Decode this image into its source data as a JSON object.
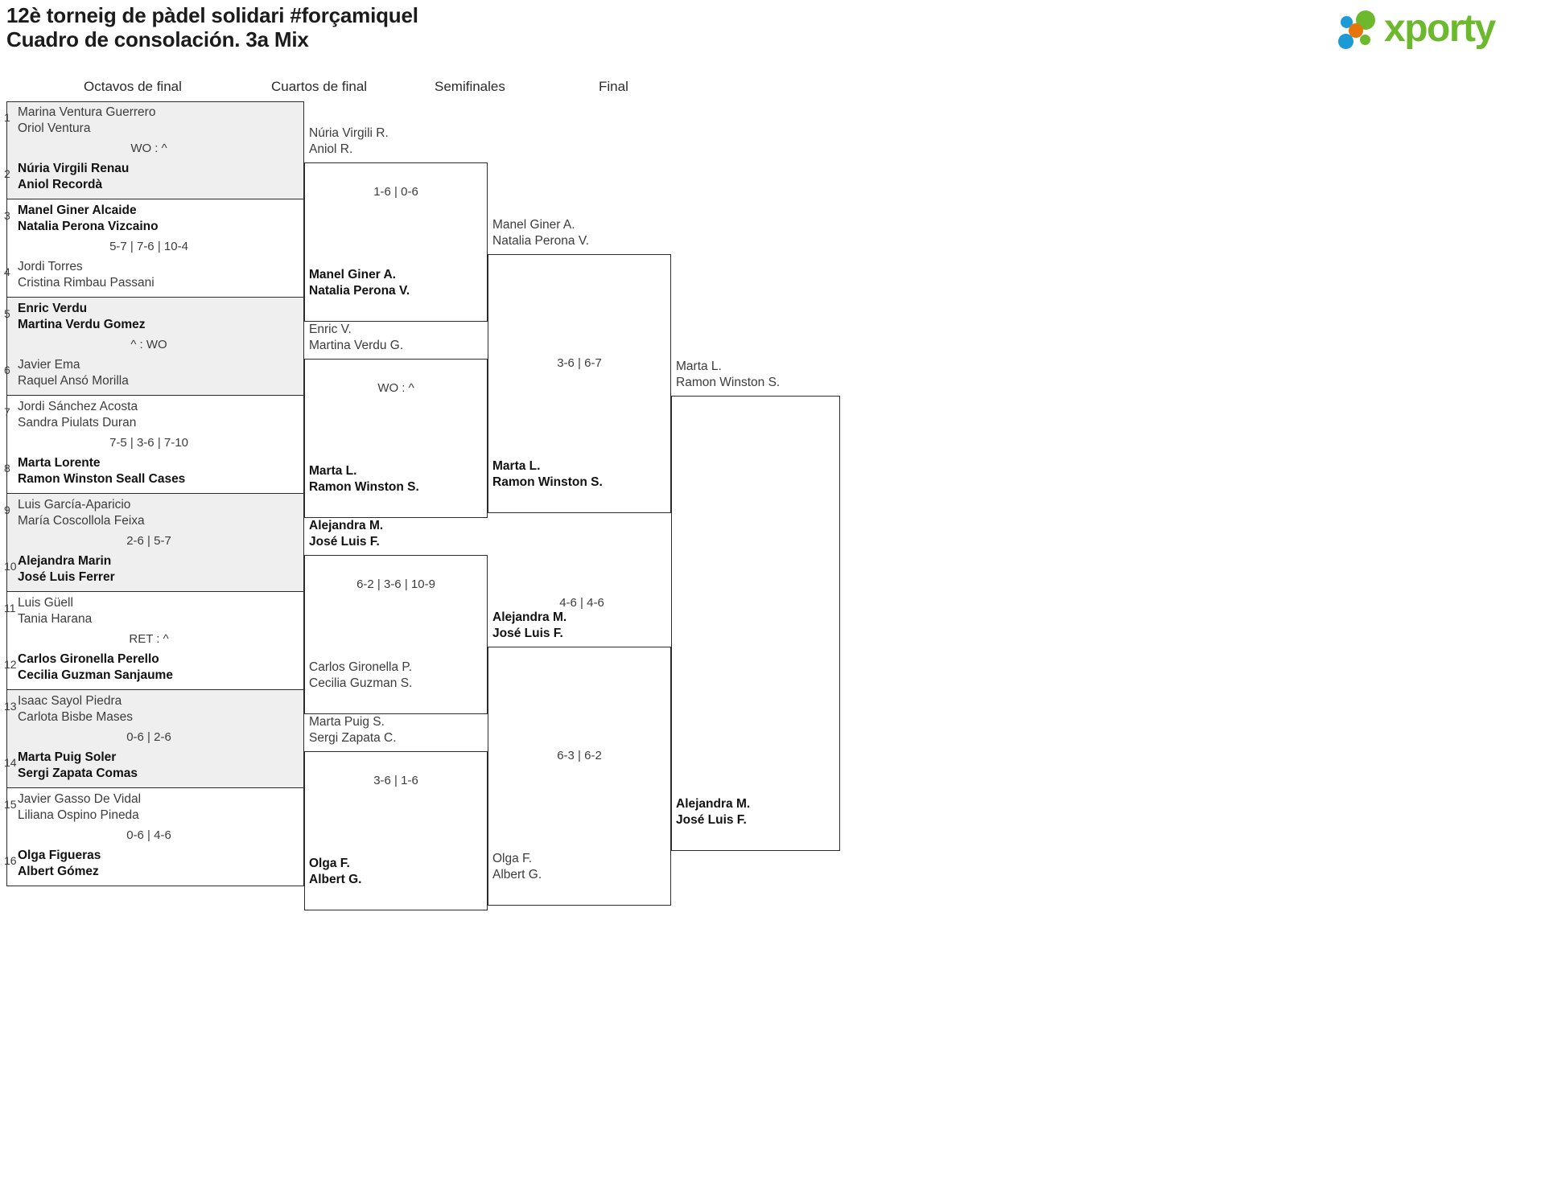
{
  "header": {
    "title_line1": "12è torneig de pàdel solidari #forçamiquel",
    "title_line2": "Cuadro de consolación. 3a Mix",
    "logo_text": "xporty"
  },
  "rounds": [
    {
      "key": "r16",
      "label": "Octavos de final"
    },
    {
      "key": "qf",
      "label": "Cuartos de final"
    },
    {
      "key": "sf",
      "label": "Semifinales"
    },
    {
      "key": "f",
      "label": "Final"
    }
  ],
  "round_of_16": [
    {
      "seed_top": "1",
      "seed_bottom": "2",
      "top": {
        "p1": "Marina Ventura Guerrero",
        "p2": "Oriol Ventura",
        "winner": false
      },
      "bottom": {
        "p1": "Núria Virgili Renau",
        "p2": "Aniol Recordà",
        "winner": true
      },
      "score": "WO : ^"
    },
    {
      "seed_top": "3",
      "seed_bottom": "4",
      "top": {
        "p1": "Manel Giner Alcaide",
        "p2": "Natalia Perona Vizcaino",
        "winner": true
      },
      "bottom": {
        "p1": "Jordi Torres",
        "p2": "Cristina Rimbau Passani",
        "winner": false
      },
      "score": "5-7 | 7-6 | 10-4"
    },
    {
      "seed_top": "5",
      "seed_bottom": "6",
      "top": {
        "p1": "Enric Verdu",
        "p2": "Martina Verdu Gomez",
        "winner": true
      },
      "bottom": {
        "p1": "Javier Ema",
        "p2": "Raquel Ansó Morilla",
        "winner": false
      },
      "score": "^ : WO"
    },
    {
      "seed_top": "7",
      "seed_bottom": "8",
      "top": {
        "p1": "Jordi Sánchez Acosta",
        "p2": "Sandra Piulats Duran",
        "winner": false
      },
      "bottom": {
        "p1": "Marta Lorente",
        "p2": "Ramon Winston Seall Cases",
        "winner": true
      },
      "score": "7-5 | 3-6 | 7-10"
    },
    {
      "seed_top": "9",
      "seed_bottom": "10",
      "top": {
        "p1": "Luis García-Aparicio",
        "p2": "María Coscollola Feixa",
        "winner": false
      },
      "bottom": {
        "p1": "Alejandra Marin",
        "p2": "José Luis Ferrer",
        "winner": true
      },
      "score": "2-6 | 5-7"
    },
    {
      "seed_top": "11",
      "seed_bottom": "12",
      "top": {
        "p1": "Luis Güell",
        "p2": "Tania Harana",
        "winner": false
      },
      "bottom": {
        "p1": "Carlos Gironella Perello",
        "p2": "Cecilia Guzman Sanjaume",
        "winner": true
      },
      "score": "RET : ^"
    },
    {
      "seed_top": "13",
      "seed_bottom": "14",
      "top": {
        "p1": "Isaac Sayol Piedra",
        "p2": "Carlota Bisbe Mases",
        "winner": false
      },
      "bottom": {
        "p1": "Marta Puig Soler",
        "p2": "Sergi Zapata Comas",
        "winner": true
      },
      "score": "0-6 | 2-6"
    },
    {
      "seed_top": "15",
      "seed_bottom": "16",
      "top": {
        "p1": "Javier Gasso De Vidal",
        "p2": "Liliana Ospino Pineda",
        "winner": false
      },
      "bottom": {
        "p1": "Olga Figueras",
        "p2": "Albert Gómez",
        "winner": true
      },
      "score": "0-6 | 4-6"
    }
  ],
  "quarterfinals": [
    {
      "top": {
        "p1": "Núria Virgili R.",
        "p2": "Aniol R.",
        "winner": false
      },
      "bottom": {
        "p1": "Manel Giner A.",
        "p2": "Natalia Perona V.",
        "winner": true
      },
      "score": "1-6 | 0-6"
    },
    {
      "top": {
        "p1": "Enric V.",
        "p2": "Martina Verdu G.",
        "winner": false
      },
      "bottom": {
        "p1": "Marta L.",
        "p2": "Ramon Winston S.",
        "winner": true
      },
      "score": "WO : ^"
    },
    {
      "top": {
        "p1": "Alejandra M.",
        "p2": "José Luis F.",
        "winner": true
      },
      "bottom": {
        "p1": "Carlos Gironella P.",
        "p2": "Cecilia Guzman S.",
        "winner": false
      },
      "score": "6-2 | 3-6 | 10-9"
    },
    {
      "top": {
        "p1": "Marta Puig S.",
        "p2": "Sergi Zapata C.",
        "winner": false
      },
      "bottom": {
        "p1": "Olga F.",
        "p2": "Albert G.",
        "winner": true
      },
      "score": "3-6 | 1-6"
    }
  ],
  "semifinals": [
    {
      "top": {
        "p1": "Manel Giner A.",
        "p2": "Natalia Perona V.",
        "winner": false
      },
      "bottom": {
        "p1": "Marta L.",
        "p2": "Ramon Winston S.",
        "winner": true
      },
      "score": "3-6 | 6-7"
    },
    {
      "top": {
        "p1": "Alejandra M.",
        "p2": "José Luis F.",
        "winner": true
      },
      "bottom": {
        "p1": "Olga F.",
        "p2": "Albert G.",
        "winner": false
      },
      "score": "6-3 | 6-2"
    }
  ],
  "final": {
    "top": {
      "p1": "Marta L.",
      "p2": "Ramon Winston S.",
      "winner": false
    },
    "bottom": {
      "p1": "Alejandra M.",
      "p2": "José Luis F.",
      "winner": true
    },
    "score": "4-6 | 4-6"
  }
}
